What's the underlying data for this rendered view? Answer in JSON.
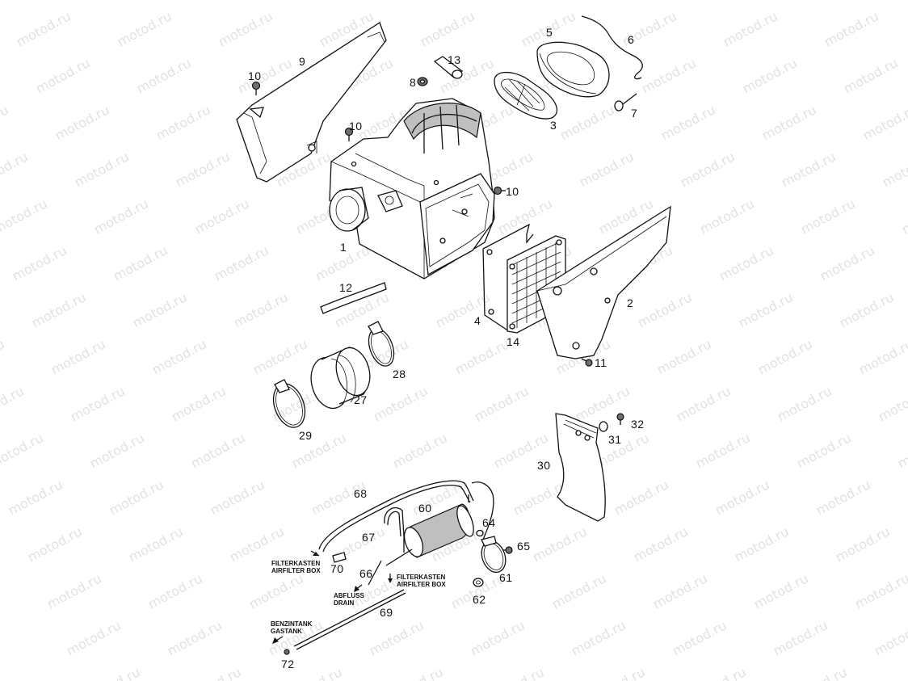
{
  "watermark": "motod.ru",
  "parts": {
    "p1": "1",
    "p2": "2",
    "p3": "3",
    "p4": "4",
    "p5": "5",
    "p6": "6",
    "p7": "7",
    "p8": "8",
    "p9": "9",
    "p10a": "10",
    "p10b": "10",
    "p10c": "10",
    "p11": "11",
    "p12": "12",
    "p13": "13",
    "p14": "14",
    "p27": "27",
    "p28": "28",
    "p29": "29",
    "p30": "30",
    "p31": "31",
    "p32": "32",
    "p60": "60",
    "p61": "61",
    "p62": "62",
    "p64": "64",
    "p65": "65",
    "p66": "66",
    "p67": "67",
    "p68": "68",
    "p69": "69",
    "p70": "70",
    "p72": "72"
  },
  "notes": {
    "filterkasten_left_de": "FILTERKASTEN",
    "filterkasten_left_en": "AIRFILTER BOX",
    "filterkasten_right_de": "FILTERKASTEN",
    "filterkasten_right_en": "AIRFILTER BOX",
    "abfluss_de": "ABFLUSS",
    "abfluss_en": "DRAIN",
    "benzintank_de": "BENZINTANK",
    "benzintank_en": "GASTANK"
  }
}
